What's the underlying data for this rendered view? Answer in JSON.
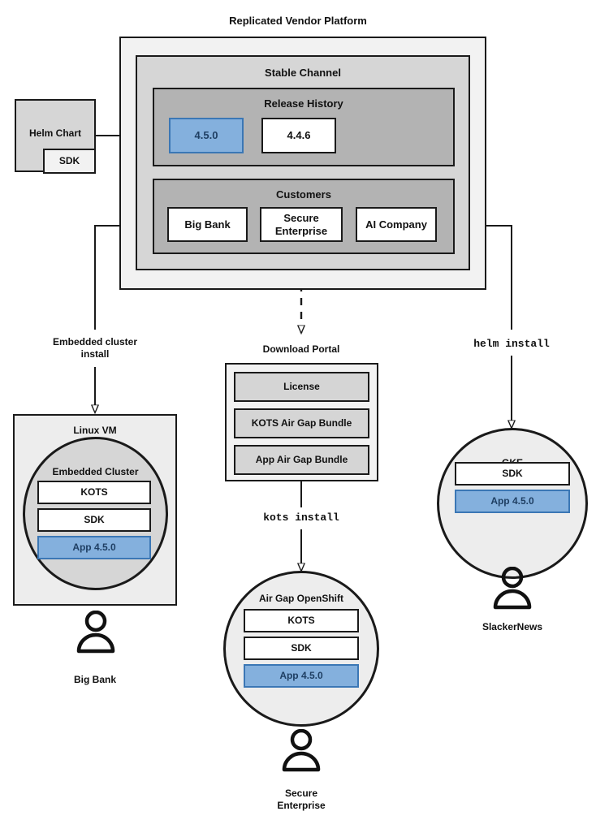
{
  "diagram": {
    "title": "Replicated Vendor Platform",
    "source": {
      "helm_chart_label": "Helm Chart",
      "sdk_label": "SDK"
    },
    "platform": {
      "channel_label": "Stable Channel",
      "release_history": {
        "label": "Release History",
        "releases": [
          {
            "version": "4.5.0",
            "highlighted": true
          },
          {
            "version": "4.4.6",
            "highlighted": false
          }
        ]
      },
      "customers": {
        "label": "Customers",
        "items": [
          {
            "name": "Big Bank"
          },
          {
            "name": "Secure\nEnterprise"
          },
          {
            "name": "AI Company"
          }
        ]
      }
    },
    "edges": {
      "embedded_cluster_install": "Embedded cluster\ninstall",
      "kots_install": "kots install",
      "helm_install": "helm install"
    },
    "targets": [
      {
        "id": "linux-vm",
        "title": "Linux VM",
        "inner_title": "Embedded Cluster",
        "components": [
          {
            "label": "KOTS",
            "highlighted": false
          },
          {
            "label": "SDK",
            "highlighted": false
          },
          {
            "label": "App 4.5.0",
            "highlighted": true
          }
        ],
        "actor": "Big Bank"
      },
      {
        "id": "air-gap-openshift",
        "title": "Air Gap OpenShift",
        "components": [
          {
            "label": "KOTS",
            "highlighted": false
          },
          {
            "label": "SDK",
            "highlighted": false
          },
          {
            "label": "App 4.5.0",
            "highlighted": true
          }
        ],
        "actor": "Secure\nEnterprise"
      },
      {
        "id": "gke",
        "title": "GKE",
        "components": [
          {
            "label": "SDK",
            "highlighted": false
          },
          {
            "label": "App 4.5.0",
            "highlighted": true
          }
        ],
        "actor": "SlackerNews"
      }
    ],
    "download_portal": {
      "title": "Download Portal",
      "assets": [
        {
          "label": "License"
        },
        {
          "label": "KOTS Air Gap Bundle"
        },
        {
          "label": "App Air Gap Bundle"
        }
      ]
    },
    "colors": {
      "highlight_fill": "#84b0dd",
      "highlight_border": "#3b77b5",
      "highlight_text": "#1f3f63",
      "stroke": "#1a1a1a",
      "outer_fill": "#f2f2f2",
      "mid_fill": "#d6d6d6",
      "inner_fill": "#b3b3b3"
    }
  }
}
